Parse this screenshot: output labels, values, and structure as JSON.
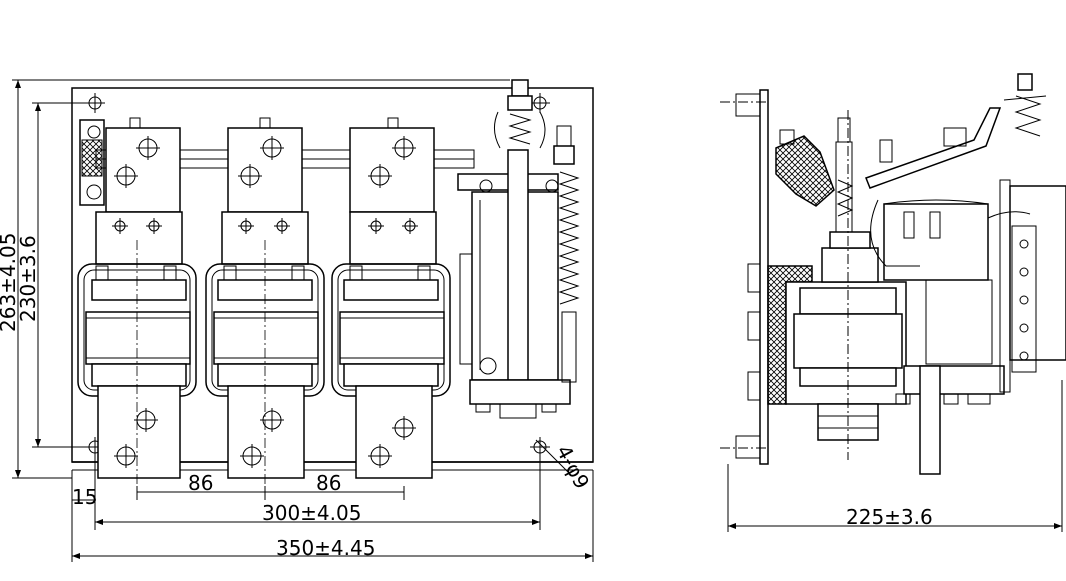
{
  "dimensions": {
    "height_outer": "263±4.05",
    "height_inner": "230±3.6",
    "spacing_left": "86",
    "spacing_right": "86",
    "offset": "15",
    "mount_span": "300±4.05",
    "overall_width": "350±4.45",
    "hole": "4-φ9",
    "side_depth": "225±3.6"
  }
}
